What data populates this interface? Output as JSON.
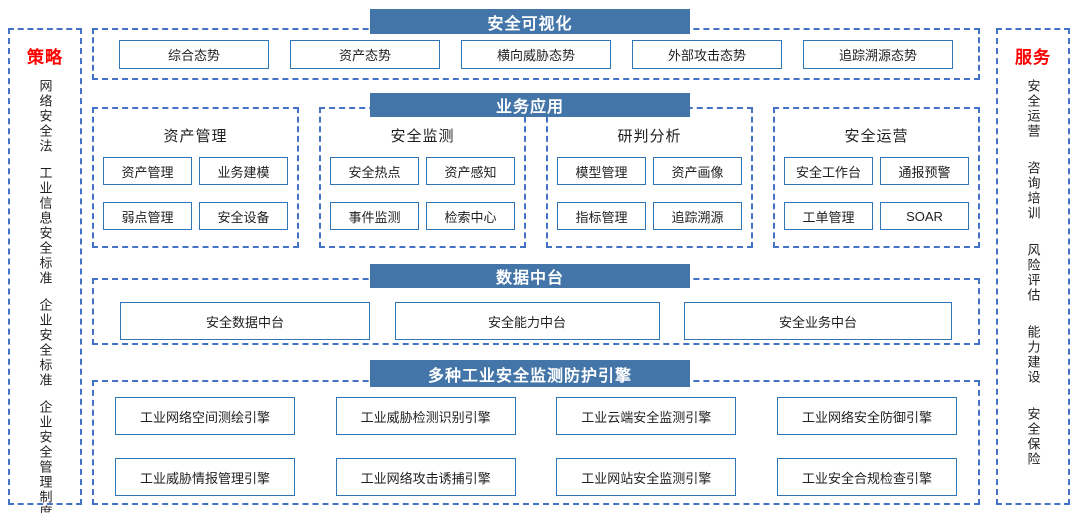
{
  "colors": {
    "banner_blue": "#4375A8",
    "dash_blue": "#4472C4",
    "box_border_blue": "#2E75B6",
    "accent_red": "#FF0000",
    "text_dark": "#1F1F1F"
  },
  "strategy_strip": {
    "title": "策略",
    "items": [
      "网络安全法",
      "工业信息安全标准",
      "企业安全标准",
      "企业安全管理制度"
    ]
  },
  "service_strip": {
    "title": "服务",
    "items": [
      "安全运营",
      "咨询培训",
      "风险评估",
      "能力建设",
      "安全保险"
    ]
  },
  "visualization": {
    "header": "安全可视化",
    "items": [
      "综合态势",
      "资产态势",
      "横向威胁态势",
      "外部攻击态势",
      "追踪溯源态势"
    ]
  },
  "business": {
    "header": "业务应用",
    "groups": [
      {
        "title": "资产管理",
        "items": [
          "资产管理",
          "业务建模",
          "弱点管理",
          "安全设备"
        ]
      },
      {
        "title": "安全监测",
        "items": [
          "安全热点",
          "资产感知",
          "事件监测",
          "检索中心"
        ]
      },
      {
        "title": "研判分析",
        "items": [
          "模型管理",
          "资产画像",
          "指标管理",
          "追踪溯源"
        ]
      },
      {
        "title": "安全运营",
        "items": [
          "安全工作台",
          "通报预警",
          "工单管理",
          "SOAR"
        ]
      }
    ]
  },
  "data_platform": {
    "header": "数据中台",
    "items": [
      "安全数据中台",
      "安全能力中台",
      "安全业务中台"
    ]
  },
  "engines": {
    "header": "多种工业安全监测防护引擎",
    "items": [
      "工业网络空间测绘引擎",
      "工业威胁检测识别引擎",
      "工业云端安全监测引擎",
      "工业网络安全防御引擎",
      "工业威胁情报管理引擎",
      "工业网络攻击诱捕引擎",
      "工业网站安全监测引擎",
      "工业安全合规检查引擎"
    ]
  }
}
